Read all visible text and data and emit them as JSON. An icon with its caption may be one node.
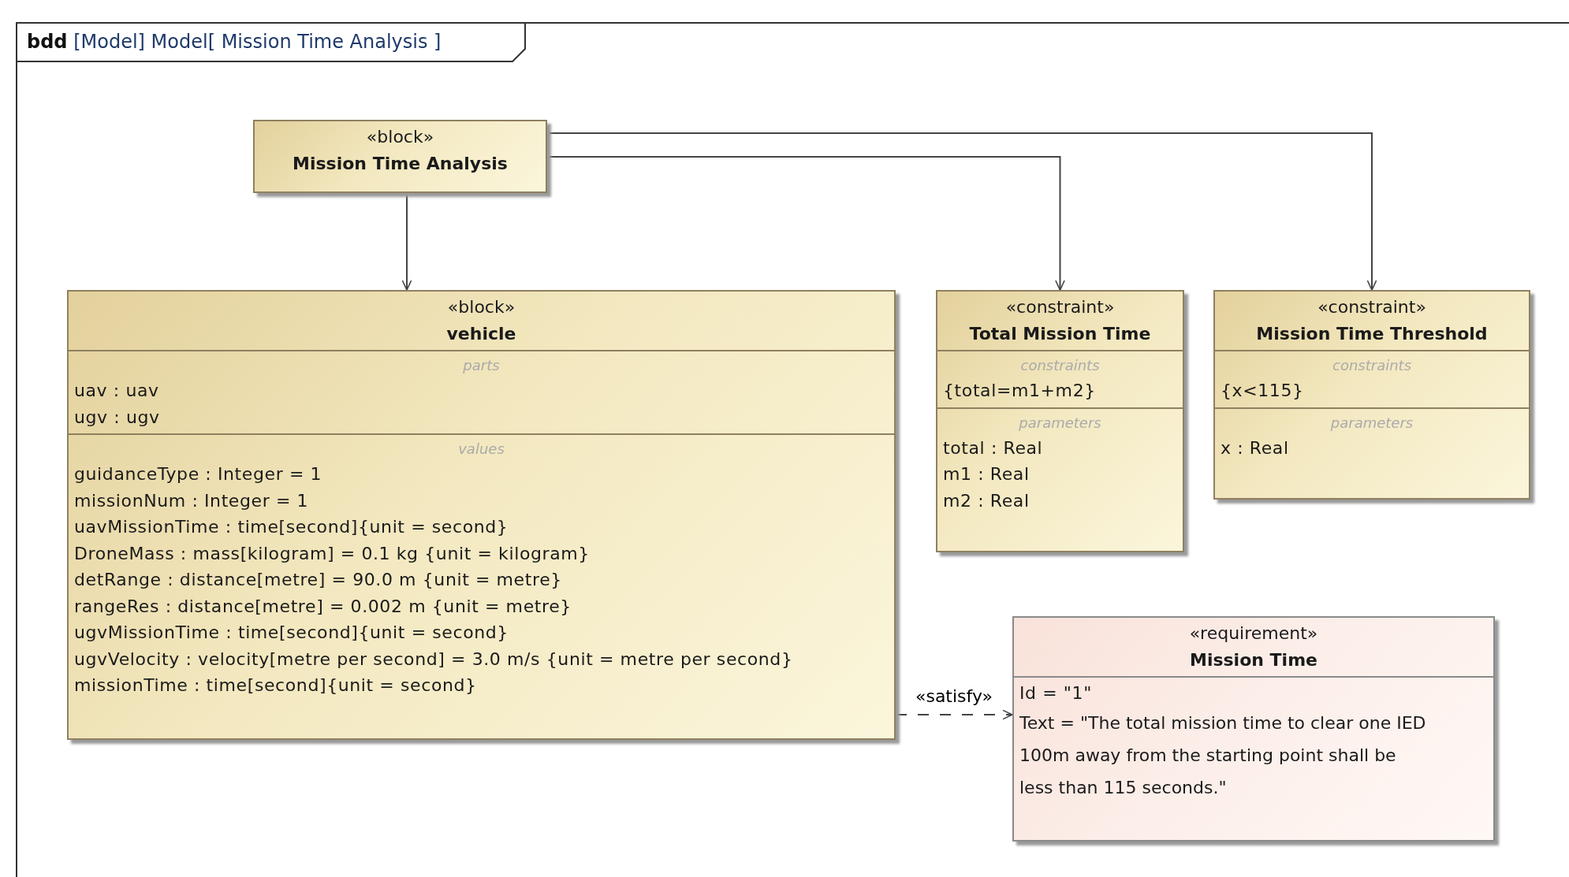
{
  "diagram": {
    "title": "**bdd** [Model] Model[ Mission Time Analysis ]",
    "nodes": [
      {
        "text": [
          "«block»",
          "Mission Time Analysis"
        ]
      },
      {
        "text": [
          "«block»",
          "vehicle",
          "parts",
          "uav : uav",
          "ugv : ugv",
          "values",
          "guidanceType : Integer = 1",
          "missionNum : Integer = 1",
          "uavMissionTime : time[second]{unit = second}",
          "DroneMass : mass[kilogram] = 0.1 kg {unit = kilogram}",
          "detRange : distance[metre] = 90.0 m {unit = metre}",
          "rangeRes : distance[metre] = 0.002 m {unit = metre}",
          "ugvMissionTime : time[second]{unit = second}",
          "ugvVelocity : velocity[metre per second] = 3.0 m/s {unit = metre per second}",
          "missionTime : time[second]{unit = second}"
        ]
      },
      {
        "text": [
          "«constraint»",
          "Total Mission Time",
          "constraints",
          "{total=m1+m2}",
          "parameters",
          "total : Real",
          "m1 : Real",
          "m2 : Real"
        ]
      },
      {
        "text": [
          "«constraint»",
          "Mission Time Threshold",
          "constraints",
          "{x<115}",
          "parameters",
          "x : Real"
        ]
      },
      {
        "text": [
          "«requirement»",
          "Mission Time",
          "Id = \"1\"",
          "Text = \"The total mission time to clear one IED 100m away from the starting point shall be less than 115 seconds.\""
        ]
      }
    ],
    "edges": [
      {
        "from": 0,
        "to": 1,
        "arrow": "to"
      },
      {
        "from": 0,
        "to": 2,
        "arrow": "to"
      },
      {
        "from": 0,
        "to": 3,
        "arrow": "to"
      },
      {
        "from": 1,
        "to": 4,
        "arrow": "to",
        "label": "«satisfy»",
        "style": "dashed"
      }
    ]
  }
}
